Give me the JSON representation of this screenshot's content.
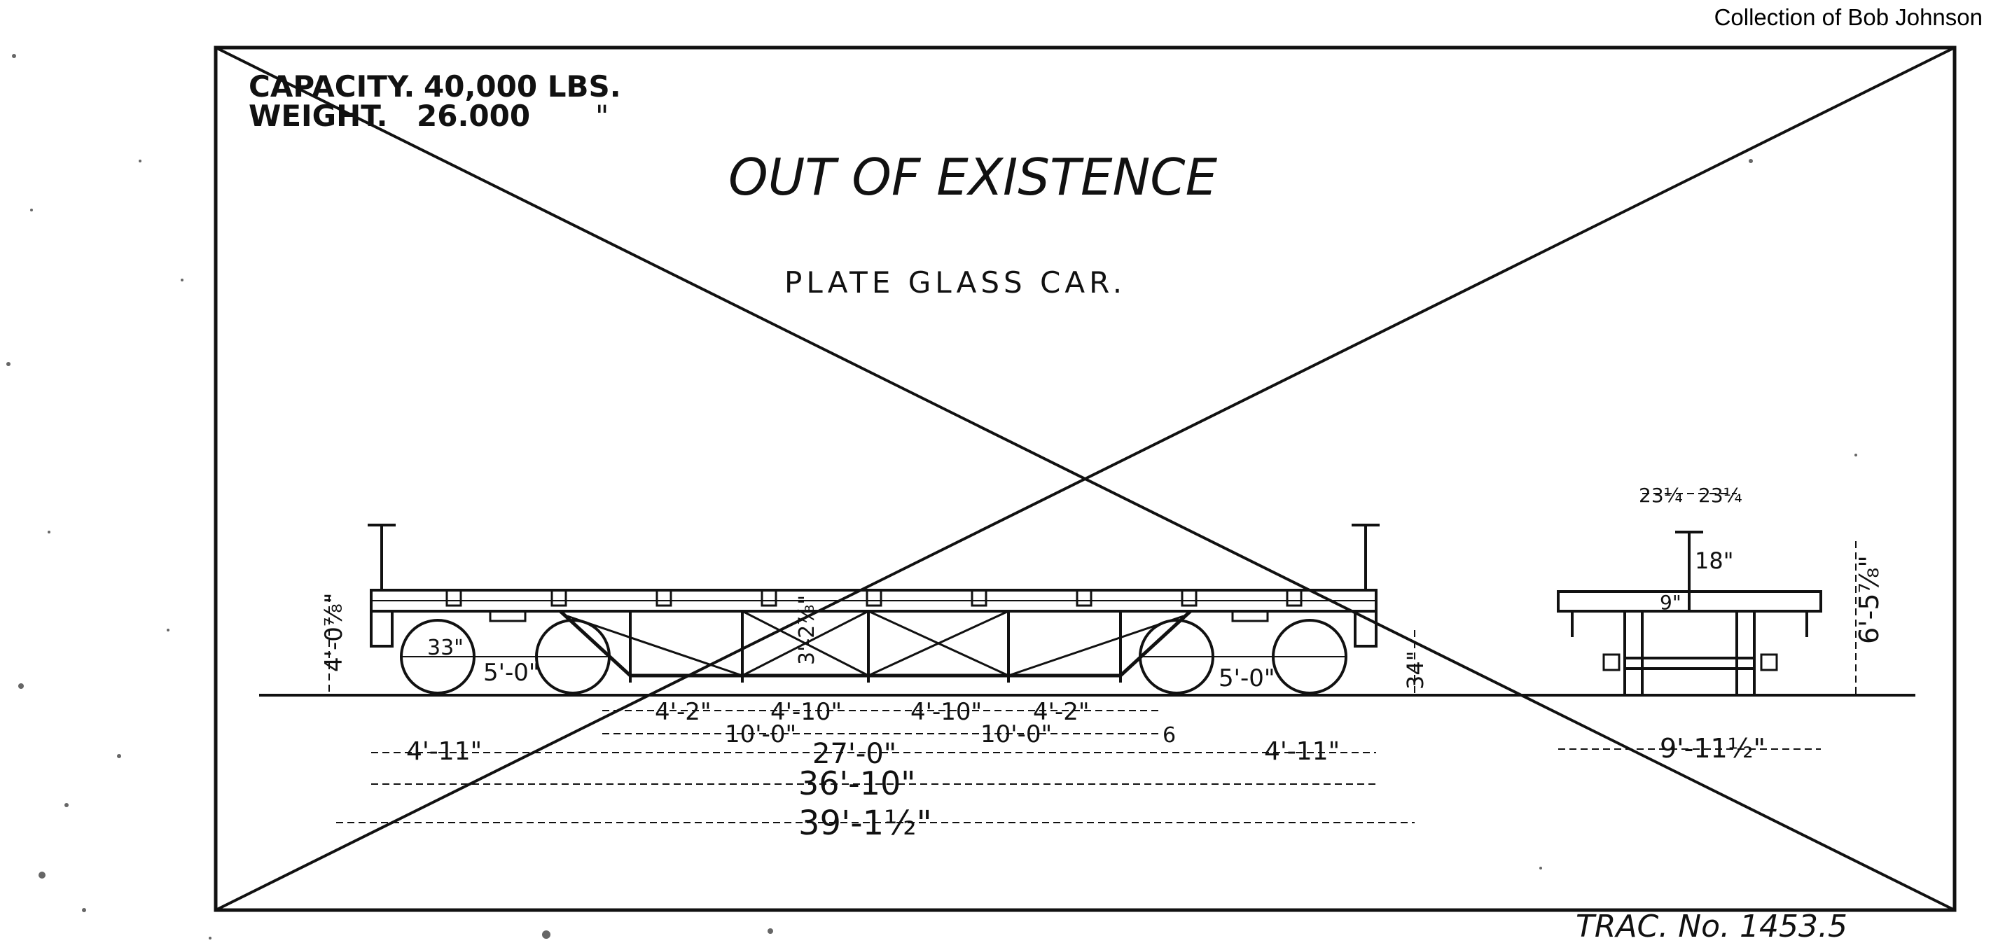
{
  "credit": "Collection of Bob Johnson",
  "header": {
    "capacity_label": "CAPACITY.",
    "capacity_value": "40,000 LBS.",
    "weight_label": "WEIGHT.",
    "weight_value": "26.000",
    "weight_ditto": "\""
  },
  "title": "OUT OF EXISTENCE",
  "subtitle": "PLATE GLASS CAR.",
  "drawing_number": "TRAC. No. 1453.5",
  "dimensions": {
    "height_left": "4'-0⅞\"",
    "wheel_dia": "33\"",
    "wheelbase_left": "5'-0\"",
    "wheelbase_right": "5'-0\"",
    "truss_depth": "3'-2⅞\"",
    "bolster_height": "34\"",
    "seg_a": "4'-2\"",
    "seg_b": "4'-10\"",
    "seg_c": "4'-10\"",
    "seg_d": "4'-2\"",
    "span_left": "10'-0\"",
    "span_right": "10'-0\"",
    "small_6": "6",
    "overhang_left": "4'-11\"",
    "overhang_right": "4'-11\"",
    "truck_centers": "27'-0\"",
    "over_body": "36'-10\"",
    "over_all": "39'-1½\"",
    "end_width_a": "23¼",
    "end_width_b": "23¼",
    "end_post": "18\"",
    "end_beam": "9\"",
    "end_height": "6'-5⅞\"",
    "end_overall": "9'-11½\""
  }
}
